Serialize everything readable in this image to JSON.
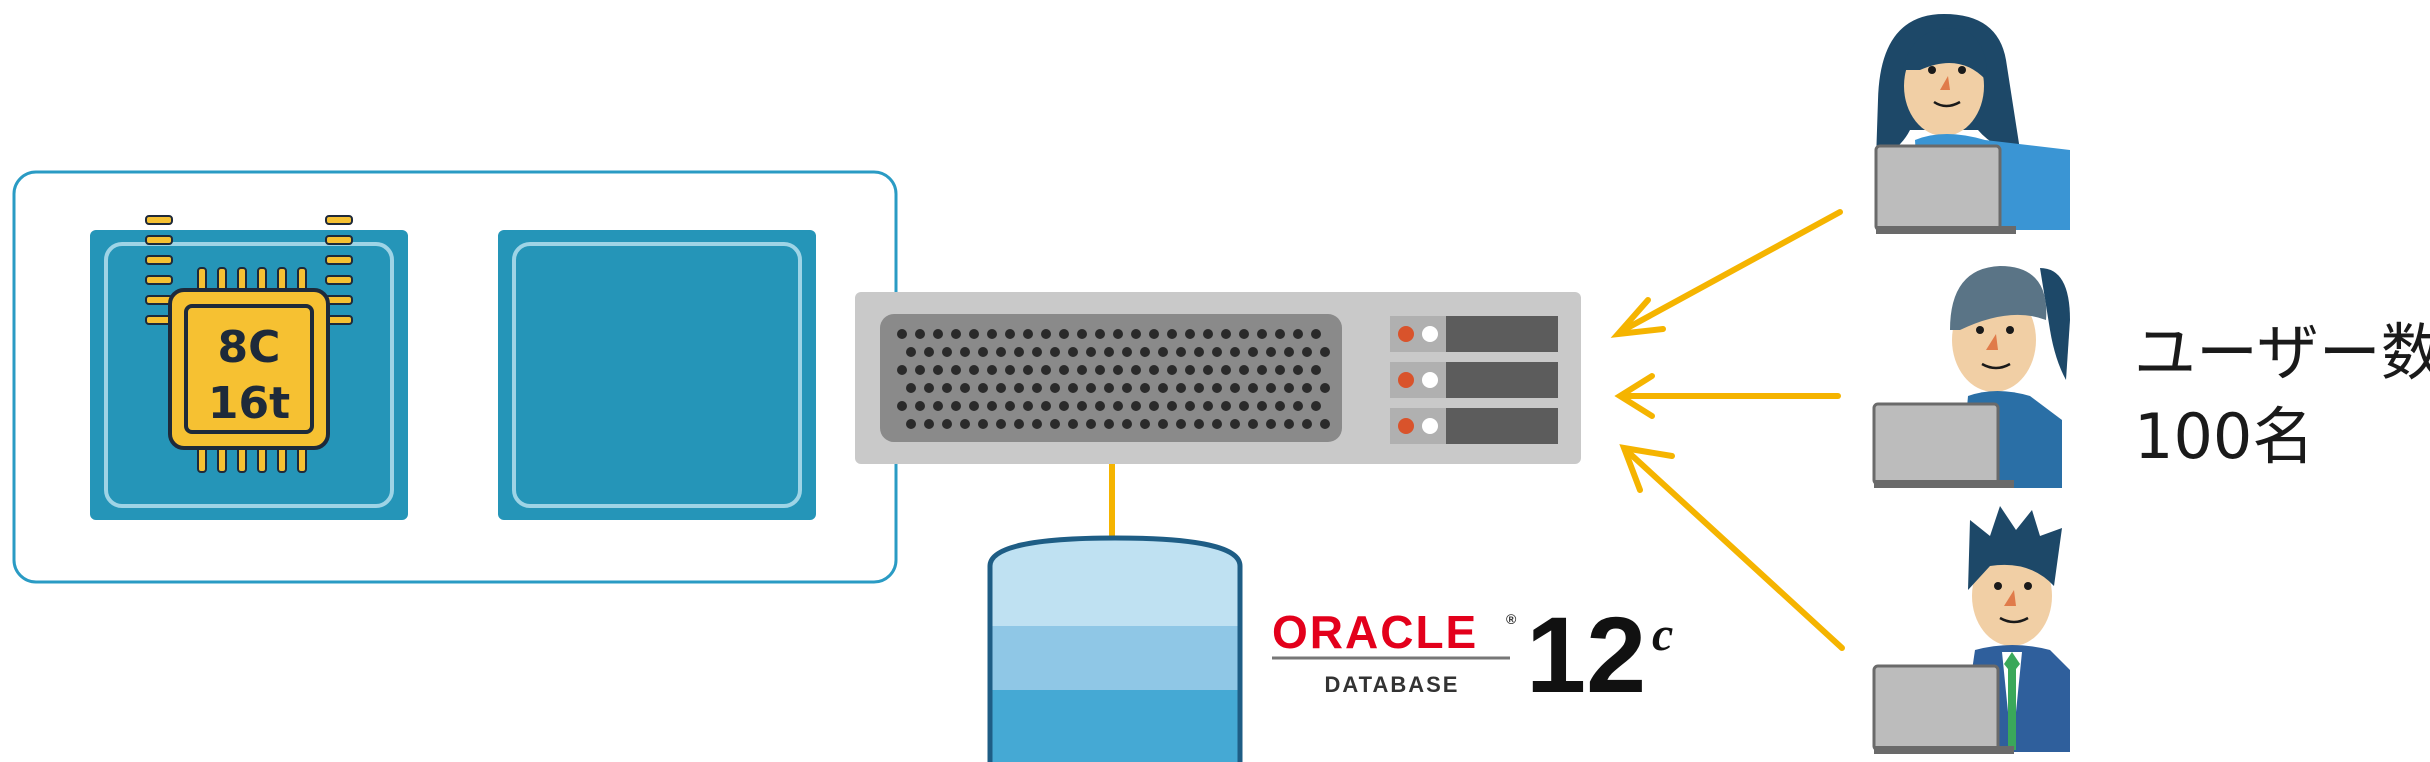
{
  "cpu": {
    "cores": "8C",
    "threads": "16t"
  },
  "users": {
    "label": "ユーザー数",
    "count": "100名"
  },
  "oracle": {
    "word": "ORACLE",
    "registered": "®",
    "product": "DATABASE",
    "version": "12",
    "edition": "c"
  },
  "colors": {
    "box_border": "#2a9bc4",
    "socket_fill": "#2595b8",
    "socket_inner_border": "#9ed4e6",
    "chip_yellow": "#f6c132",
    "server_body": "#c9c9c9",
    "server_grille": "#8a8a8a",
    "server_slot": "#5c5c5c",
    "led_red": "#d9532b",
    "arrow": "#f5b400",
    "db_top": "#bfe1f2",
    "db_mid": "#8fc7e6",
    "db_bottom": "#45a9d4",
    "db_outline": "#1e5d85"
  },
  "icons": [
    "cpu-chip-icon",
    "rack-server-icon",
    "database-cylinder-icon",
    "user-woman-icon",
    "user-woman-ponytail-icon",
    "user-man-icon",
    "laptop-icon"
  ]
}
